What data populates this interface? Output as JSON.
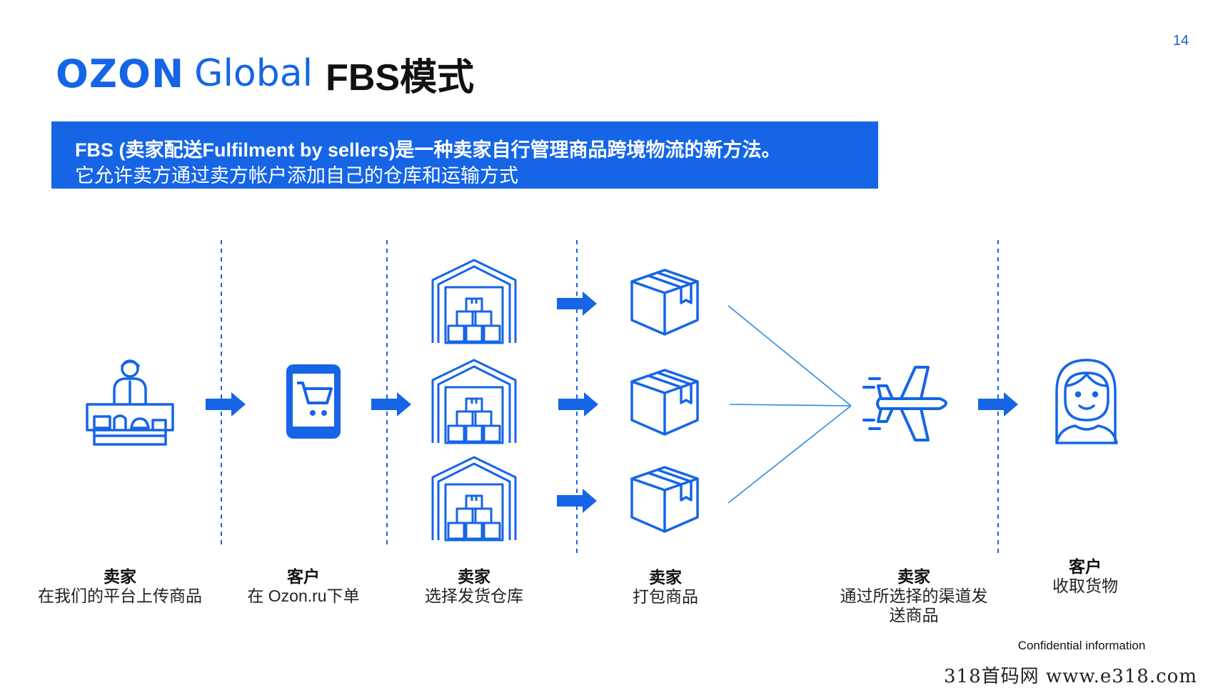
{
  "page_number": "14",
  "title": {
    "brand_ozon": "OZON",
    "brand_global": "Global",
    "text": "FBS模式"
  },
  "banner": {
    "line1": "FBS (卖家配送Fulfilment by sellers)是一种卖家自行管理商品跨境物流的新方法。",
    "line2": "它允许卖方通过卖方帐户添加自己的仓库和运输方式"
  },
  "steps": [
    {
      "actor": "卖家",
      "desc": "在我们的平台上传商品",
      "icon": "seller-shop-icon"
    },
    {
      "actor": "客户",
      "desc": "在 Ozon.ru下单",
      "icon": "phone-cart-icon"
    },
    {
      "actor": "卖家",
      "desc": "选择发货仓库",
      "icon": "warehouse-icon"
    },
    {
      "actor": "卖家",
      "desc": "打包商品",
      "icon": "package-box-icon"
    },
    {
      "actor": "卖家",
      "desc": "通过所选择的渠道发\n送商品",
      "icon": "airplane-icon"
    },
    {
      "actor": "客户",
      "desc": "收取货物",
      "icon": "customer-woman-icon"
    }
  ],
  "colors": {
    "accent": "#1565e6",
    "connector": "#2a8be0"
  },
  "footer": {
    "confidential": "Confidential information",
    "watermark": "318首码网 www.e318.com"
  }
}
